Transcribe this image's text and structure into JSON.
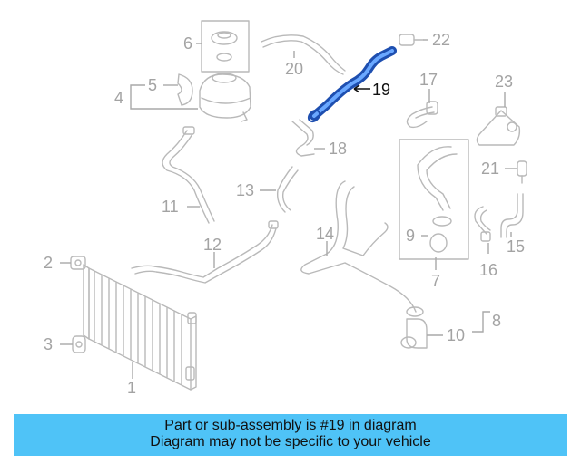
{
  "highlight_color": "#4fc3f7",
  "highlighted_part": "19",
  "callouts": [
    "1",
    "2",
    "3",
    "4",
    "5",
    "6",
    "7",
    "8",
    "9",
    "10",
    "11",
    "12",
    "13",
    "14",
    "15",
    "16",
    "17",
    "18",
    "19",
    "20",
    "21",
    "22",
    "23"
  ],
  "banner": {
    "line1": "Part or sub-assembly is #19 in diagram",
    "line2": "Diagram may not be specific to your vehicle"
  }
}
